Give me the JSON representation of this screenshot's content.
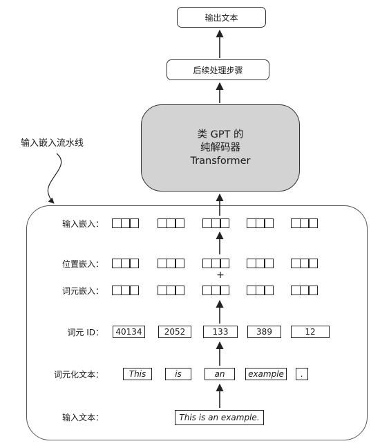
{
  "output_text": "输出文本",
  "postprocess": "后续处理步骤",
  "transformer": {
    "line1": "类 GPT 的",
    "line2": "纯解码器",
    "line3": "Transformer"
  },
  "pipeline_label": "输入嵌入流水线",
  "rows": {
    "input_embeddings": "输入嵌入：",
    "positional_embeddings": "位置嵌入：",
    "token_embeddings": "词元嵌入：",
    "token_ids": "词元 ID：",
    "tokenized_text": "词元化文本：",
    "input_text": "输入文本："
  },
  "plus_sign": "+",
  "token_ids": [
    "40134",
    "2052",
    "133",
    "389",
    "12"
  ],
  "tokens": [
    "This",
    "is",
    "an",
    "example",
    "."
  ],
  "input_sentence": "This is an example."
}
